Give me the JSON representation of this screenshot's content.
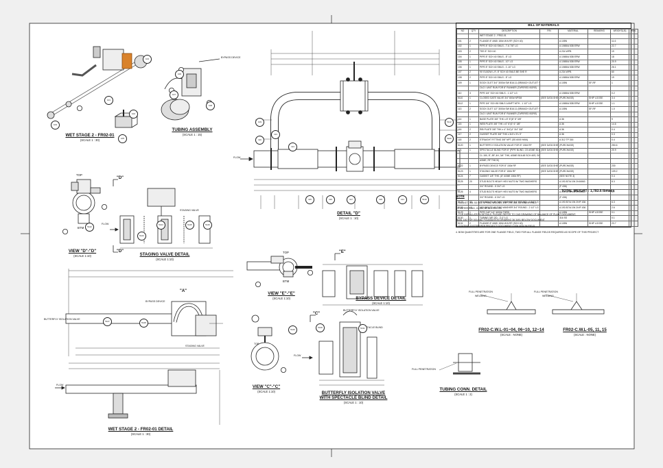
{
  "drawing": {
    "views": {
      "wet_stage": {
        "title": "WET STAGE 2 - FR02-01",
        "scale": "(SCALE 1 : 30)"
      },
      "tubing_assembly": {
        "title": "TUBING ASSEMBLY",
        "scale": "(SCALE 1 : 15)"
      },
      "detail_d": {
        "title": "DETAIL \"D\"",
        "scale": "(SCALE 1 : 10)"
      },
      "view_dd": {
        "title": "VIEW \"D\"-\"D\"",
        "scale": "(SCALE 1:10)"
      },
      "staging_valve": {
        "title": "STAGING VALVE DETAIL",
        "scale": "(SCALE 1:10)"
      },
      "view_ee": {
        "title": "VIEW \"E\"-\"E\"",
        "scale": "(SCALE 1:10)"
      },
      "bypass_device": {
        "title": "BYPASS DEVICE DETAIL",
        "scale": "(SCALE 1:10)"
      },
      "wet_stage_detail": {
        "title": "WET STAGE 2 - FR02-01 DETAIL",
        "scale": "(SCALE 1 : 30)"
      },
      "view_cc": {
        "title": "VIEW \"C\"-\"C\"",
        "scale": "(SCALE 1:10)"
      },
      "butterfly": {
        "title": "BUTTERFLY ISOLATION VALVE",
        "title2": "WITH SPECTACLE BLIND DETAIL",
        "scale": "(SCALE 1 : 10)"
      },
      "tubing_conn": {
        "title": "TUBING CONN. DETAIL",
        "scale": "(SCALE 1 : 2)"
      },
      "weld1": {
        "title": "FR02-C.W.L-01~04, 06~10, 12~14",
        "scale": "(SCALE : NONE)"
      },
      "weld2": {
        "title": "FR02-C.W.L-05, 11, 15",
        "scale": "(SCALE : NONE)"
      }
    },
    "labels": {
      "top": "TOP",
      "btm": "BTM",
      "flow": "FLOW",
      "bypass_device": "BYPASS DEVICE",
      "staging_valve": "STAGING VALVE",
      "butterfly_isolation_valve": "BUTTERFLY ISOLATION VALVE",
      "spectacle_blind": "SPECTACLE BLIND",
      "full_penetration": "FULL PENETRATION",
      "welding": "WELDING",
      "section_d": "\"D\"",
      "section_e": "\"E\"",
      "section_c": "\"C\"",
      "section_a": "\"A\""
    },
    "bom": {
      "title": "BILL OF MATERIALS",
      "headers": [
        "NO",
        "QTY",
        "DESCRIPTION",
        "P/N",
        "MATERIAL",
        "REMARKS",
        "WEIGHT(LB)",
        "REV"
      ],
      "rows": [
        [
          "",
          "",
          "WET STAGE 2 - FR02-01",
          "",
          "",
          "",
          "",
          ""
        ],
        [
          "101",
          "2",
          "FLANGE 8\" ANSI 150# W.N RF (SCH 40)",
          "",
          "A 105N",
          "",
          "11.6",
          ""
        ],
        [
          "102",
          "1",
          "PIPE 8\" SCH 40 SMLS - 7'-6 7/8\" LG",
          "",
          "A 106B/A 53B ERW",
          "",
          "22.7",
          ""
        ],
        [
          "103",
          "2",
          "TEE 8\" SCH 40",
          "",
          "A 234 WPB",
          "",
          "19",
          ""
        ],
        [
          "104",
          "1",
          "PIPE 8\" SCH 40 SMLS - 8\" LG",
          "",
          "A 106B/A 53B ERW",
          "",
          "18",
          ""
        ],
        [
          "105",
          "1",
          "PIPE 8\" SCH 40 SMLS - 10\" LG",
          "",
          "A 106B/A 53B ERW",
          "",
          "20.9",
          ""
        ],
        [
          "106",
          "1",
          "PIPE 8\" SCH 40 SMLS - 1'-10\" LG",
          "",
          "A 106B/A 53B ERW",
          "",
          "26.1",
          ""
        ],
        [
          "107",
          "2",
          "90' ELBOW L.R. 8\" SCH 40 SMLS BE SHE R",
          "",
          "A 234 WPB",
          "",
          "60",
          ""
        ],
        [
          "108",
          "2",
          "PIPE 8\" SCH 40 SMLS - 8\" LG",
          "",
          "A 106B/A 53B ERW",
          "",
          "19",
          ""
        ],
        [
          "109",
          "1",
          "SOCK OLET 3/4\" 3000# SW B16.11 (BRANCH OUTLET +",
          "",
          "A 105N",
          "SF-RF",
          "1",
          ""
        ],
        [
          "",
          "",
          "OLO / UNIT RUN FOR 8\" RUNNER (TAPERED BORE)",
          "",
          "",
          "",
          "",
          ""
        ],
        [
          "110",
          "3",
          "PIPE 3/4\" SCH 40 SMLS - 1 1/2\" LG",
          "",
          "A 106B/A 53B ERW",
          "",
          "0.2",
          ""
        ],
        [
          "5110",
          "1",
          "CLOSED GATE VALVE 3/4\" 800# NPSM",
          "(SEE DATA SHEET)",
          "(PURCHASE)",
          "SHIP LOOSE",
          "3.4",
          ""
        ],
        [
          "5112",
          "1",
          "PIPE 3/4\" SCH 80 SMLS 1/4NPT MTH - 1 1/2\" LG",
          "",
          "A 106B/A 53B ERW",
          "SHIP LOOSE",
          "1.1",
          ""
        ],
        [
          "113",
          "2",
          "SOCK OLET 1/2\" 3000# SW B16.11 (BRANCH OUTLET +",
          "",
          "A 105N",
          "SF-RF",
          "1.0",
          ""
        ],
        [
          "",
          "",
          "OLO / UNIT RUN FOR 8\" RUNNER (TAPERED BORE)",
          "",
          "",
          "",
          "",
          ""
        ],
        [
          "114",
          "1",
          "BASE PLATE 3/8\" THK x 8\" 8\"(8\" 8\" 3/8\"",
          "",
          "A 36",
          "",
          "9",
          ""
        ],
        [
          "115",
          "1",
          "WEB PLATE 3/8\" THK x 6\" 6\"(6\" 6\" 3/8\"",
          "",
          "A 36",
          "",
          "14.6",
          ""
        ],
        [
          "116",
          "2",
          "RIB PLATE 3/8\" THK x 4\" 3/4\"(4\" 3/4\" 3/8\"",
          "",
          "A 36",
          "",
          "0.4",
          ""
        ],
        [
          "117",
          "2",
          "GUSSET PLATE 3/8\" THK x 3/4\"x 3\"x 3\"",
          "",
          "A 36",
          "",
          "0.3",
          ""
        ],
        [
          "118",
          "2",
          "STRAIGHT FITTING 3/8\" NPT (SS 6000 HAN)",
          "",
          "A 312 TP 316",
          "",
          "0.4",
          ""
        ],
        [
          "5120",
          "1",
          "BUTTERFLY ISOLATION VALVE FOR 8\" 150# RF",
          "(SEE DATA SHEET)",
          "(PURCHASE)",
          "",
          "250.6",
          ""
        ],
        [
          "121",
          "1",
          "SPECTACLE BLIND FOR 8\" (PIPE BLIND, CS ASME B16.48)",
          "(SEE DATA SHEET)",
          "(PURCHASE)",
          "",
          "20.9",
          ""
        ],
        [
          "",
          "",
          "CL 150, 8\", BF, 4H, 3/4\" THK, ASME B16.48 SCH 40S, SH RF,",
          "",
          "",
          "",
          "",
          ""
        ],
        [
          "",
          "",
          "ASME, RF THICK)",
          "",
          "",
          "",
          "",
          ""
        ],
        [
          "5122",
          "1",
          "BYPASS DEVICE FOR 8\" 150# RF",
          "(SEE DATA SHEET)",
          "(PURCHASE)",
          "",
          "230",
          ""
        ],
        [
          "5123",
          "1",
          "STAGING VALVE FOR 8\" 150# RF",
          "(SEE DATA SHEET)",
          "(PURCHASE)",
          "",
          "109.2",
          ""
        ],
        [
          "5124",
          "7",
          "GASKET 1/8\" THK. (8\" ASME 150# RF)",
          "",
          "(SEE NOTE 3)",
          "",
          "0.4",
          ""
        ],
        [
          "5125",
          "20",
          "STUD BOLTS HEAVY HEX NUTS W/ TWO WASHERS",
          "",
          "A 193 B7/A 194 2H/A563",
          "",
          "8.3",
          ""
        ],
        [
          "",
          "",
          "3/4\" ROUND - 5 3/4\" LG",
          "",
          "(F 436)",
          "",
          "",
          ""
        ],
        [
          "5126",
          "4",
          "STUD BOLTS HEAVY HEX NUTS W/ TWO WASHERS",
          "",
          "A 193 B7/A 194 2H/A563",
          "",
          "1.7",
          ""
        ],
        [
          "",
          "",
          "3/4\" ROUND - 6 3/4\" LG",
          "",
          "(F 436)",
          "",
          "",
          ""
        ],
        [
          "5127",
          "32",
          "HEX BOLTS W/ TWO WASHER 3/4\" ROUND - 1 3/4\" LG",
          "",
          "A 193 B7/A 194 2H/F 436",
          "",
          "6.3",
          ""
        ],
        [
          "5128",
          "12",
          "HEX BOLTS W/ TWO WASHER 3/4\" ROUND - 2 1/2\" LG",
          "",
          "A 193 B7/A 194 2H/F 436",
          "",
          "2.6",
          ""
        ],
        [
          "5129",
          "1",
          "PIPE CAP 1/4\" 4000# THRD",
          "",
          "A 105N",
          "SHIP LOOSE",
          "0.1",
          ""
        ],
        [
          "5130",
          "1",
          "TUBING 3/8\" OD - 2'-0\" LG",
          "",
          "316 SS",
          "",
          "0.1",
          ""
        ],
        [
          "5131",
          "2",
          "FLANGE 8\" ANSI 150# W.N RF (SCH 40)",
          "",
          "A 105N",
          "SHIP LOOSE",
          "23.7",
          ""
        ]
      ],
      "total_weight": "TOTAL WEIGHT : 1,783.6 lbmass"
    },
    "notes": {
      "heading": "NOTE",
      "items": [
        "1. GASKET, 304 SS FILL SPIRAL WOUND, 1/8\" THK 304 SS INNER RING,",
        "   CS OUTER RING, CL150, BF16.5 SCH 20",
        "2. FOR INSTALLATION DETAILS, PLEASE REFER TO CAD DRAWING OF BALANCE OF PLANT DOCUMENT,",
        "   28351 150 VSR 000 AND FOUNDATION DRAWING 36 3491 BELOW DOCUMENT",
        "3. COATING SYSTEM PER PROJECT DOCUMENT 0 006 4034 IN FIELD.",
        "4. BOM QUANTITIES ARE FOR ONE FLANGE FIELD, TWO FOR ALL FLANGE FIELDS REQUIRED AS SCOPE OF THIS PROJECT"
      ]
    },
    "balloons": [
      "101",
      "102",
      "103",
      "104",
      "105",
      "106",
      "107",
      "108",
      "109",
      "110",
      "113",
      "114",
      "115",
      "116",
      "117",
      "118",
      "121",
      "5110",
      "5112",
      "5120",
      "5122",
      "5123",
      "5124",
      "5125",
      "5126",
      "5127",
      "5128",
      "5129",
      "5130",
      "5131"
    ]
  },
  "colors": {
    "line": "#1a1a1a",
    "accent": "#d9822b",
    "paper": "#ffffff",
    "bg": "#f0f0f0"
  },
  "icons": [
    "weld-symbol-icon",
    "flow-arrow-icon",
    "section-arrow-icon"
  ]
}
